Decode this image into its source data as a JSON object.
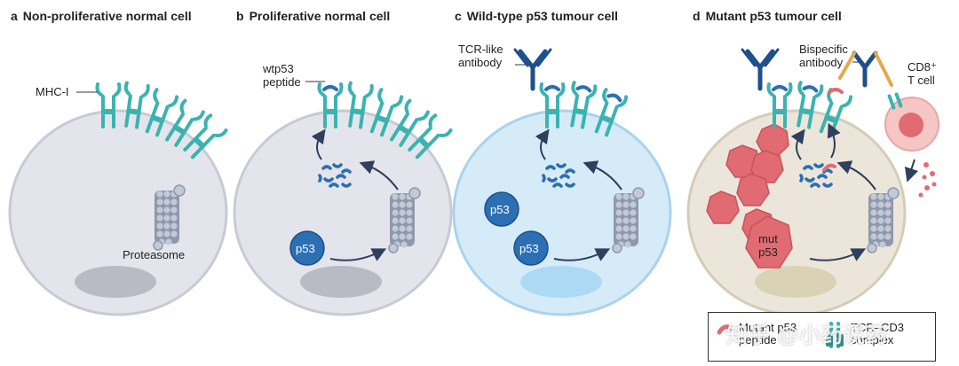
{
  "panels": [
    {
      "letter": "a",
      "title": "Non-proliferative normal cell"
    },
    {
      "letter": "b",
      "title": "Proliferative normal cell"
    },
    {
      "letter": "c",
      "title": "Wild-type p53 tumour cell"
    },
    {
      "letter": "d",
      "title": "Mutant p53 tumour cell"
    }
  ],
  "labels": {
    "mhc": "MHC-I",
    "proteasome": "Proteasome",
    "wtp53_line1": "wtp53",
    "wtp53_line2": "peptide",
    "tcr_line1": "TCR-like",
    "tcr_line2": "antibody",
    "bispecific_line1": "Bispecific",
    "bispecific_line2": "antibody",
    "cd8_line1": "CD8⁺",
    "cd8_line2": "T cell",
    "p53": "p53",
    "mut_line1": "mut",
    "mut_line2": "p53"
  },
  "legend": {
    "peptide_line1": "Mutant p53",
    "peptide_line2": "peptide",
    "complex_line1": "TCR–CD3",
    "complex_line2": "complex"
  },
  "watermark": "知乎 @小药说药",
  "colors": {
    "cell_fill": "#e4e5ec",
    "tumour_fill": "#d6ebf8",
    "mutant_fill": "#ece6da",
    "mhc": "#3bb3b0",
    "antibody": "#1f4f8c",
    "p53": "#2c6fb3",
    "mutant": "#e26470",
    "tcell": "#f0a9a9"
  }
}
